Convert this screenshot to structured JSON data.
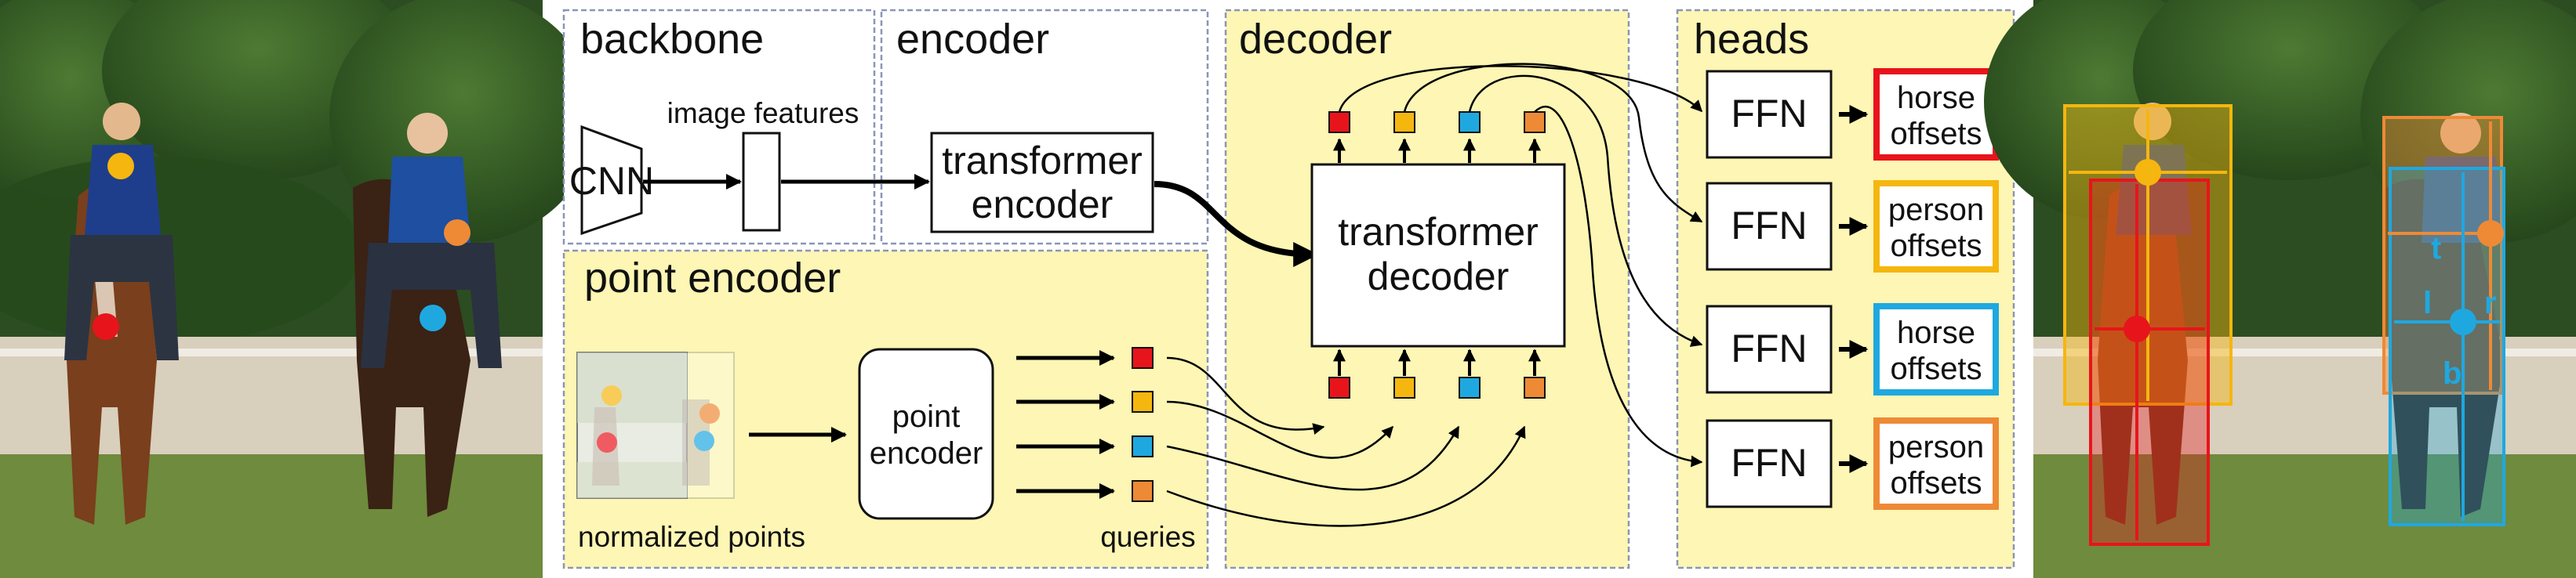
{
  "sections": {
    "backbone": "backbone",
    "encoder": "encoder",
    "decoder": "decoder",
    "heads": "heads",
    "point_encoder": "point encoder"
  },
  "backbone": {
    "cnn": "CNN",
    "features": "image features"
  },
  "encoder": {
    "line1": "transformer",
    "line2": "encoder"
  },
  "decoder": {
    "line1": "transformer",
    "line2": "decoder"
  },
  "point_encoder": {
    "box_line1": "point",
    "box_line2": "encoder",
    "points_caption": "normalized points",
    "queries_caption": "queries"
  },
  "heads": {
    "ffn": "FFN",
    "outputs": [
      {
        "line1": "horse",
        "line2": "offsets",
        "color": "#e8141c"
      },
      {
        "line1": "person",
        "line2": "offsets",
        "color": "#f5b60f"
      },
      {
        "line1": "horse",
        "line2": "offsets",
        "color": "#1fa8e0"
      },
      {
        "line1": "person",
        "line2": "offsets",
        "color": "#ee8a36"
      }
    ]
  },
  "query_colors": [
    "#e8141c",
    "#f5b60f",
    "#1fa8e0",
    "#ee8a36"
  ],
  "right_photo_labels": {
    "t": "t",
    "l": "l",
    "r": "r",
    "b": "b"
  },
  "colors": {
    "panel_fill": "#fdf6b4",
    "panel_border": "#8a96b8"
  }
}
